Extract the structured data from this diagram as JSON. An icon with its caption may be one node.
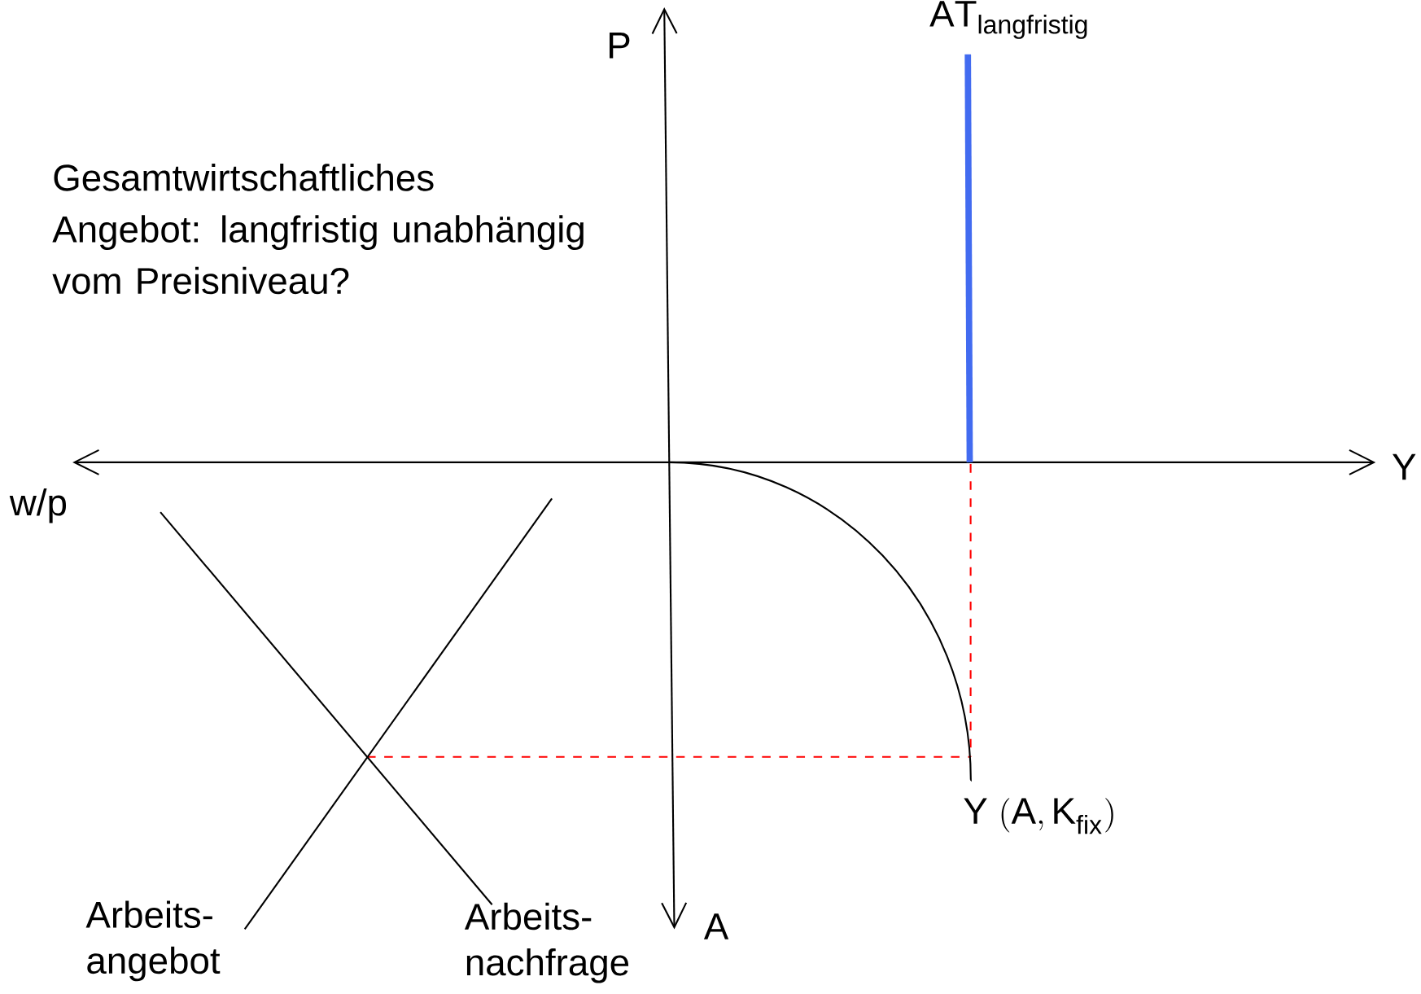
{
  "diagram": {
    "title": "Gesamtwirtschaftliches Angebot: langfristig unabhängig vom Preisniveau?",
    "labels": [
      "P",
      "\\mathrm{AT}_{\\mathrm{langfristig}}",
      "Y",
      "w/p",
      "\\mathrm{Y\\ (A,K}_{\\mathrm{fix}}\\mathrm{)}",
      "Arbeits- angebot",
      "A",
      "Arbeits- nachfrage"
    ]
  }
}
